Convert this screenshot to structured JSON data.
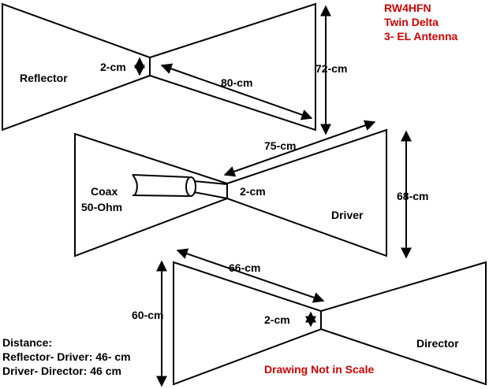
{
  "header": {
    "callsign": "RW4HFN",
    "design": "Twin Delta",
    "type": "3- EL Antenna"
  },
  "reflector": {
    "name": "Reflector",
    "gap": "2-cm",
    "side": "80-cm",
    "height": "72-cm"
  },
  "driver": {
    "name": "Driver",
    "gap": "2-cm",
    "side": "75-cm",
    "height": "68-cm",
    "feed_line": "Coax",
    "feed_impedance": "50-Ohm"
  },
  "director": {
    "name": "Director",
    "gap": "2-cm",
    "side": "66-cm",
    "height": "60-cm"
  },
  "distance": {
    "title": "Distance:",
    "reflector_driver": "Reflector- Driver: 46- cm",
    "driver_director": "Driver- Director: 46 cm"
  },
  "note": "Drawing Not in Scale",
  "colors": {
    "line": "#000000",
    "accent": "#cc0000",
    "background": "#ffffff"
  }
}
